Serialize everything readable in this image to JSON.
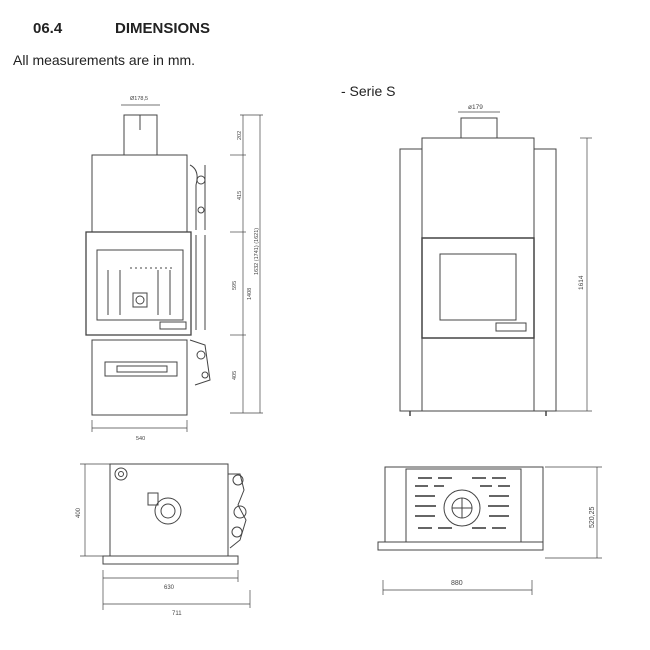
{
  "header": {
    "section_number": "06.4",
    "section_title": "DIMENSIONS",
    "intro": "All measurements are in mm.",
    "serie_label": "- Serie S"
  },
  "side_view": {
    "flue_diameter": "Ø178,5",
    "dim_top_flue": "202",
    "dim_upper": "415",
    "dim_door": "595",
    "dim_lower": "405",
    "dim_body": "1408",
    "dim_total": "1632 (1741) (1621)",
    "dim_width": "540"
  },
  "front_view": {
    "flue_diameter": "ø179",
    "dim_height": "1614"
  },
  "top_view_left": {
    "dim_depth": "400",
    "dim_width_inner": "630",
    "dim_width_outer": "711"
  },
  "top_view_right": {
    "dim_depth": "520,25",
    "dim_width": "880"
  }
}
